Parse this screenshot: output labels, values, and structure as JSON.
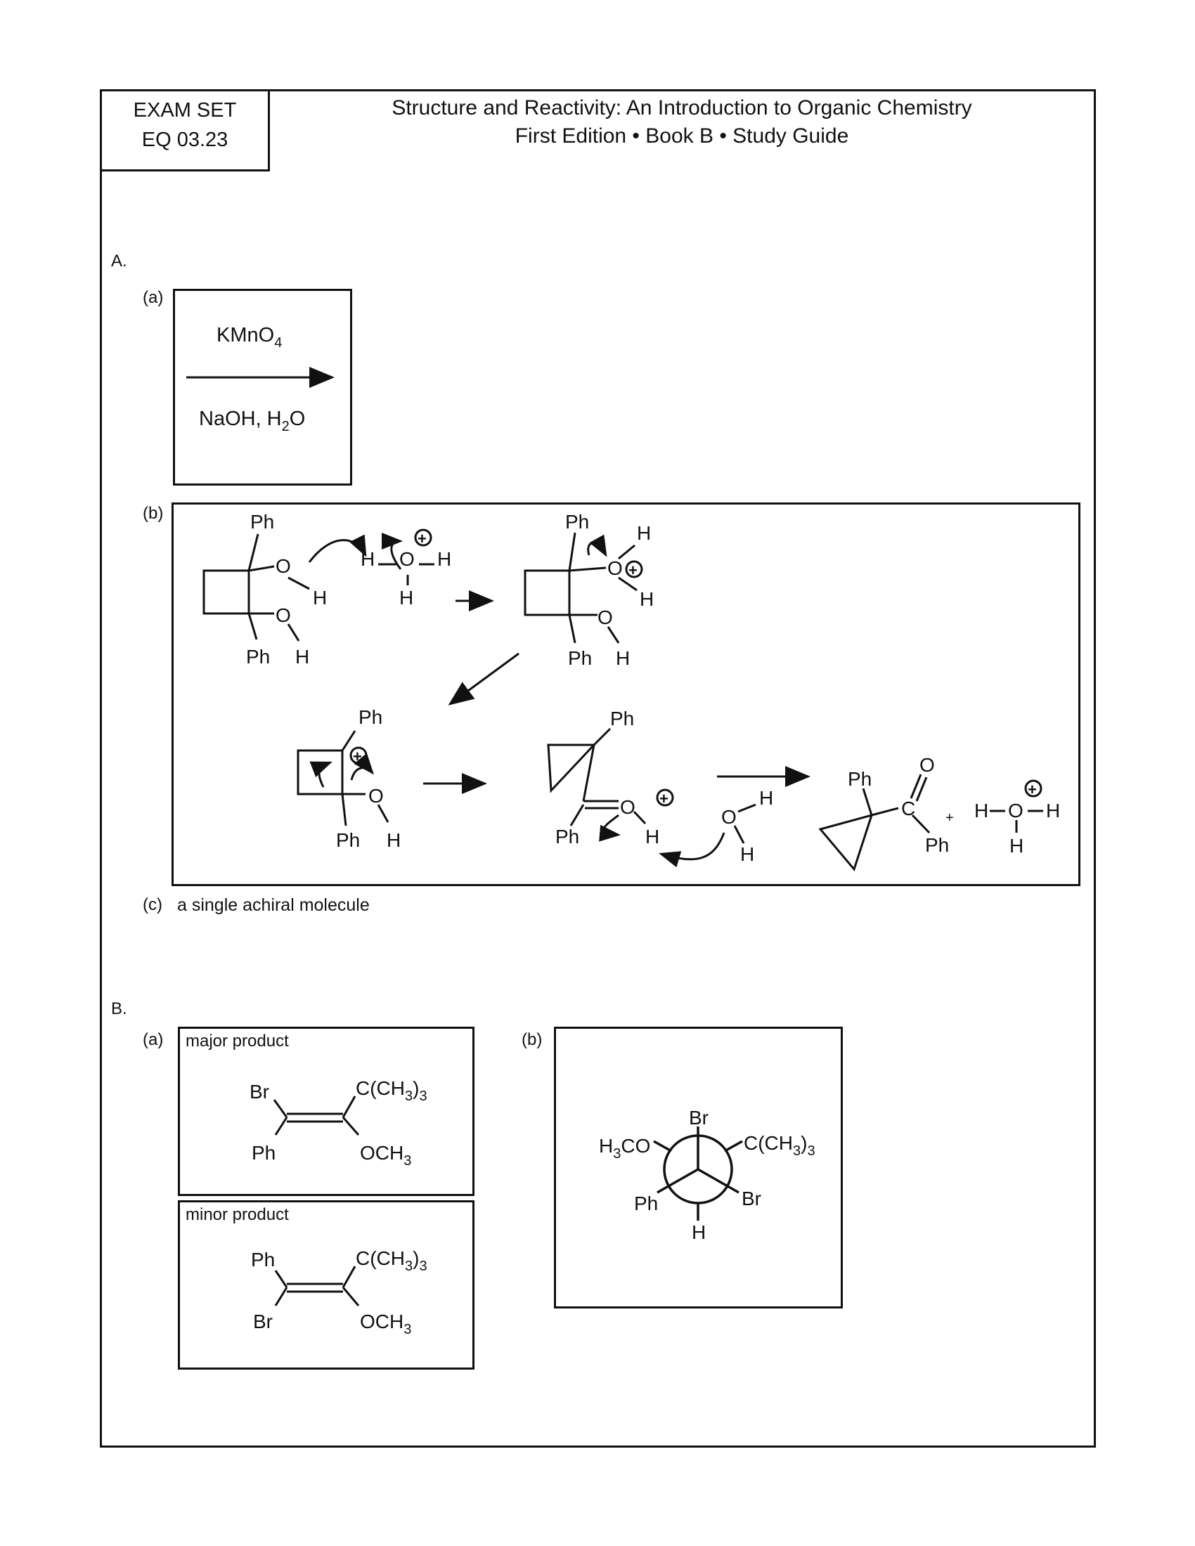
{
  "exam": {
    "line1": "EXAM SET",
    "line2": "EQ 03.23"
  },
  "header": {
    "title": "Structure and Reactivity: An Introduction to Organic Chemistry",
    "subtitle": "First Edition • Book B • Study Guide"
  },
  "sectionA": {
    "label": "A.",
    "a": {
      "label": "(a)",
      "reagent_top": "KMnO",
      "reagent_top_sub": "4",
      "reagent_bottom": "NaOH, H",
      "reagent_bottom_sub": "2",
      "reagent_bottom_end": "O"
    },
    "b": {
      "label": "(b)"
    },
    "c": {
      "label": "(c)",
      "answer": "a single achiral molecule"
    }
  },
  "sectionB": {
    "label": "B.",
    "a": {
      "label": "(a)",
      "major": "major product",
      "minor": "minor product"
    },
    "b": {
      "label": "(b)"
    }
  },
  "atoms": {
    "Ph": "Ph",
    "H": "H",
    "O": "O",
    "C": "C",
    "Br": "Br",
    "plus": "+",
    "tBu": "C(CH",
    "tBu_sub": "3",
    "tBu_end": ")",
    "tBu_sub2": "3",
    "OMe": "OCH",
    "OMe_sub": "3",
    "MeO_pre": "H",
    "MeO_sub": "3",
    "MeO_end": "CO",
    "H2O_top": "H–O–H"
  }
}
